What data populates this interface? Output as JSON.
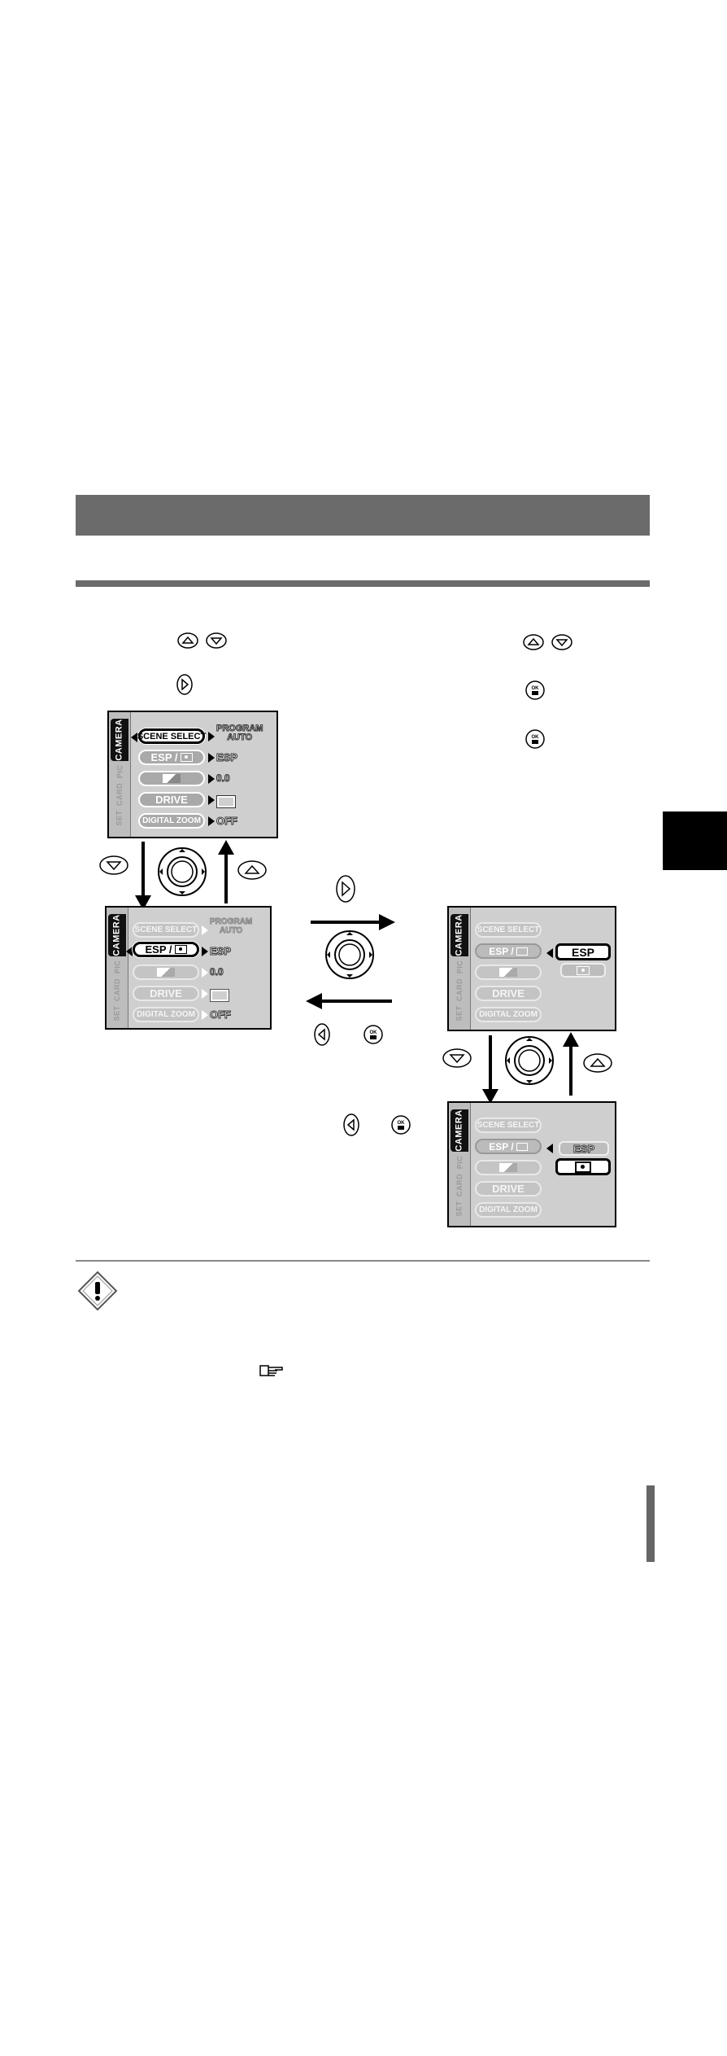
{
  "icons": {
    "up": "up-button-icon",
    "down": "down-button-icon",
    "right": "right-button-icon",
    "left": "left-button-icon",
    "ok": "ok-button-icon",
    "pad": "arrow-pad-icon",
    "caution": "caution-icon",
    "reference": "pointing-hand-icon"
  },
  "button_labels": {
    "ok": "OK"
  },
  "screen1": {
    "tabs": [
      "CAMERA",
      "PIC",
      "CARD",
      "SET"
    ],
    "items": [
      {
        "label": "SCENE SELECT",
        "value_line1": "PROGRAM",
        "value_line2": "AUTO"
      },
      {
        "label": "ESP /",
        "value": "ESP"
      },
      {
        "label": "",
        "value": "0.0"
      },
      {
        "label": "DRIVE",
        "value": ""
      },
      {
        "label": "DIGITAL ZOOM",
        "value": "OFF"
      }
    ]
  },
  "screen2": {
    "tabs": [
      "CAMERA",
      "PIC",
      "CARD",
      "SET"
    ],
    "items": [
      {
        "label": "SCENE SELECT",
        "value_line1": "PROGRAM",
        "value_line2": "AUTO"
      },
      {
        "label": "ESP /",
        "value": "ESP"
      },
      {
        "label": "",
        "value": "0.0"
      },
      {
        "label": "DRIVE",
        "value": ""
      },
      {
        "label": "DIGITAL ZOOM",
        "value": "OFF"
      }
    ]
  },
  "screen3": {
    "tabs": [
      "CAMERA",
      "PIC",
      "CARD",
      "SET"
    ],
    "items": [
      {
        "label": "SCENE SELECT"
      },
      {
        "label": "ESP /"
      },
      {
        "label": ""
      },
      {
        "label": "DRIVE"
      },
      {
        "label": "DIGITAL ZOOM"
      }
    ],
    "options": [
      "ESP",
      ""
    ]
  },
  "screen4": {
    "tabs": [
      "CAMERA",
      "PIC",
      "CARD",
      "SET"
    ],
    "items": [
      {
        "label": "SCENE SELECT"
      },
      {
        "label": "ESP /"
      },
      {
        "label": ""
      },
      {
        "label": "DRIVE"
      },
      {
        "label": "DIGITAL ZOOM"
      }
    ],
    "options": [
      "ESP",
      ""
    ]
  },
  "colors": {
    "header_bar": "#6b6b6b",
    "screen_bg": "#cfcfcf",
    "side_tab": "#ffffff"
  }
}
